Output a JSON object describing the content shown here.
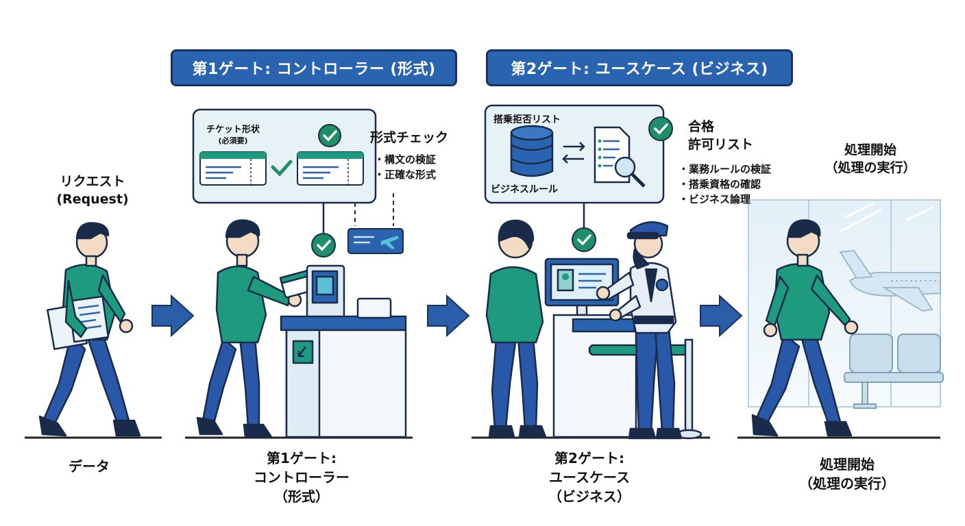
{
  "banners": {
    "gate1": "第1ゲート: コントローラー (形式)",
    "gate2": "第2ゲート: ユースケース (ビジネス)"
  },
  "stage1": {
    "title_line1": "リクエスト",
    "title_line2": "(Request)",
    "caption": "データ"
  },
  "stage2": {
    "ticket_label": "チケット形状",
    "ticket_sub": "(必須要)",
    "check_title": "形式チェック",
    "check_items": [
      "・構文の検証",
      "・正確な形式"
    ],
    "caption_line1": "第1ゲート:",
    "caption_line2": "コントローラー",
    "caption_line3": "（形式）"
  },
  "stage3": {
    "panel_top_label": "搭乗拒否リスト",
    "panel_bottom_label": "ビジネスルール",
    "pass_line1": "合格",
    "pass_line2": "許可リスト",
    "pass_items": [
      "・業務ルールの検証",
      "・搭乗資格の確認",
      "・ビジネス論理"
    ],
    "caption_line1": "第2ゲート:",
    "caption_line2": "ユースケース",
    "caption_line3": "（ビジネス）"
  },
  "stage4": {
    "title_line1": "処理開始",
    "title_line2": "（処理の実行）",
    "caption_line1": "処理開始",
    "caption_line2": "（処理の実行）"
  },
  "colors": {
    "navy": "#1e3f80",
    "blue": "#2a64b0",
    "teal": "#1f9a7f",
    "green_check": "#1f8f6a",
    "panel_fill": "#eaf3f8",
    "outline": "#1a2b4a"
  }
}
